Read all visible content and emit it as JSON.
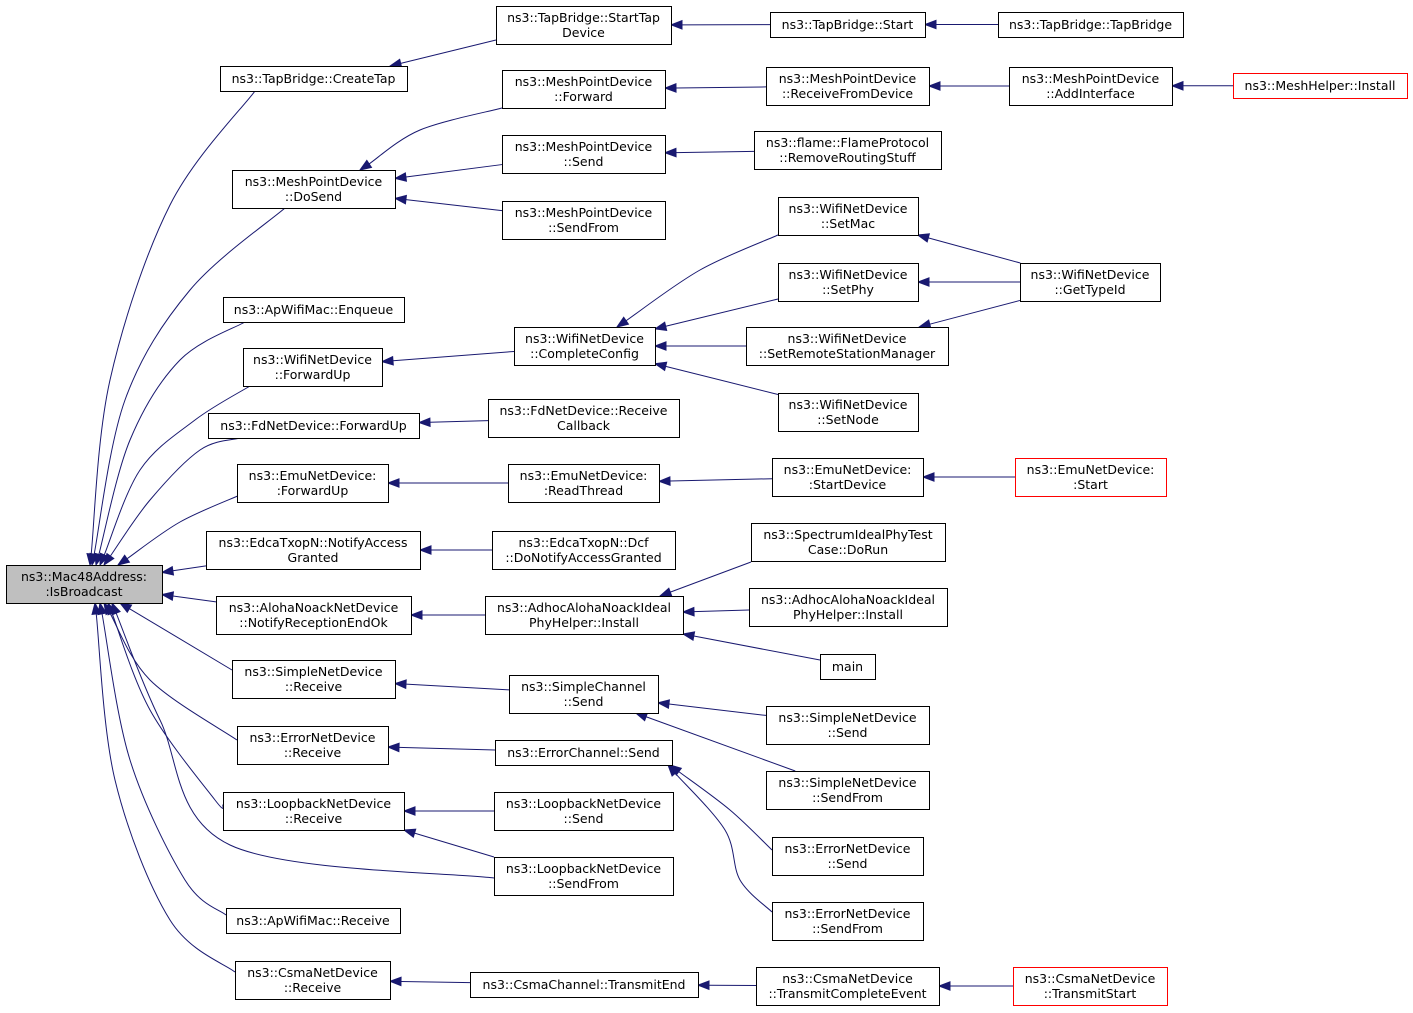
{
  "colors": {
    "edge": "#191970",
    "root_fill": "#bfbfbf",
    "node_border": "#000000",
    "truncated_border": "#ff0000",
    "background": "#ffffff"
  },
  "diagram": {
    "root": {
      "id": "root",
      "lines": [
        "ns3::Mac48Address:",
        ":IsBroadcast"
      ]
    },
    "nodes": [
      {
        "id": "tapCreate",
        "lines": [
          "ns3::TapBridge::CreateTap"
        ]
      },
      {
        "id": "tapStartDev",
        "lines": [
          "ns3::TapBridge::StartTap",
          "Device"
        ]
      },
      {
        "id": "tapStart",
        "lines": [
          "ns3::TapBridge::Start"
        ]
      },
      {
        "id": "tapBridge",
        "lines": [
          "ns3::TapBridge::TapBridge"
        ]
      },
      {
        "id": "meshFwd",
        "lines": [
          "ns3::MeshPointDevice",
          "::Forward"
        ]
      },
      {
        "id": "meshRecvFrom",
        "lines": [
          "ns3::MeshPointDevice",
          "::ReceiveFromDevice"
        ]
      },
      {
        "id": "meshAddIf",
        "lines": [
          "ns3::MeshPointDevice",
          "::AddInterface"
        ]
      },
      {
        "id": "meshHelper",
        "lines": [
          "ns3::MeshHelper::Install"
        ],
        "truncated": true
      },
      {
        "id": "meshSend",
        "lines": [
          "ns3::MeshPointDevice",
          "::Send"
        ]
      },
      {
        "id": "flame",
        "lines": [
          "ns3::flame::FlameProtocol",
          "::RemoveRoutingStuff"
        ]
      },
      {
        "id": "meshDoSend",
        "lines": [
          "ns3::MeshPointDevice",
          "::DoSend"
        ]
      },
      {
        "id": "meshSendFrom",
        "lines": [
          "ns3::MeshPointDevice",
          "::SendFrom"
        ]
      },
      {
        "id": "wifiSetMac",
        "lines": [
          "ns3::WifiNetDevice",
          "::SetMac"
        ]
      },
      {
        "id": "wifiTypeId",
        "lines": [
          "ns3::WifiNetDevice",
          "::GetTypeId"
        ]
      },
      {
        "id": "wifiSetPhy",
        "lines": [
          "ns3::WifiNetDevice",
          "::SetPhy"
        ]
      },
      {
        "id": "apEnqueue",
        "lines": [
          "ns3::ApWifiMac::Enqueue"
        ]
      },
      {
        "id": "wifiComplete",
        "lines": [
          "ns3::WifiNetDevice",
          "::CompleteConfig"
        ]
      },
      {
        "id": "wifiSetRsm",
        "lines": [
          "ns3::WifiNetDevice",
          "::SetRemoteStationManager"
        ]
      },
      {
        "id": "wifiFwdUp",
        "lines": [
          "ns3::WifiNetDevice",
          "::ForwardUp"
        ]
      },
      {
        "id": "wifiSetNode",
        "lines": [
          "ns3::WifiNetDevice",
          "::SetNode"
        ]
      },
      {
        "id": "fdRecvCb",
        "lines": [
          "ns3::FdNetDevice::Receive",
          "Callback"
        ]
      },
      {
        "id": "fdFwdUp",
        "lines": [
          "ns3::FdNetDevice::ForwardUp"
        ]
      },
      {
        "id": "emuFwdUp",
        "lines": [
          "ns3::EmuNetDevice:",
          ":ForwardUp"
        ]
      },
      {
        "id": "emuRead",
        "lines": [
          "ns3::EmuNetDevice:",
          ":ReadThread"
        ]
      },
      {
        "id": "emuStartDev",
        "lines": [
          "ns3::EmuNetDevice:",
          ":StartDevice"
        ]
      },
      {
        "id": "emuStart",
        "lines": [
          "ns3::EmuNetDevice:",
          ":Start"
        ],
        "truncated": true
      },
      {
        "id": "spectrum",
        "lines": [
          "ns3::SpectrumIdealPhyTest",
          "Case::DoRun"
        ]
      },
      {
        "id": "edcaNotify",
        "lines": [
          "ns3::EdcaTxopN::NotifyAccess",
          "Granted"
        ]
      },
      {
        "id": "edcaDcf",
        "lines": [
          "ns3::EdcaTxopN::Dcf",
          "::DoNotifyAccessGranted"
        ]
      },
      {
        "id": "adhocInstall",
        "lines": [
          "ns3::AdhocAlohaNoackIdeal",
          "PhyHelper::Install"
        ]
      },
      {
        "id": "alohaNotify",
        "lines": [
          "ns3::AlohaNoackNetDevice",
          "::NotifyReceptionEndOk"
        ]
      },
      {
        "id": "adhocIdeal",
        "lines": [
          "ns3::AdhocAlohaNoackIdeal",
          "PhyHelper::Install"
        ]
      },
      {
        "id": "main",
        "lines": [
          "main"
        ]
      },
      {
        "id": "simpleRecv",
        "lines": [
          "ns3::SimpleNetDevice",
          "::Receive"
        ]
      },
      {
        "id": "simpleChan",
        "lines": [
          "ns3::SimpleChannel",
          "::Send"
        ]
      },
      {
        "id": "simpleSend",
        "lines": [
          "ns3::SimpleNetDevice",
          "::Send"
        ]
      },
      {
        "id": "errRecv",
        "lines": [
          "ns3::ErrorNetDevice",
          "::Receive"
        ]
      },
      {
        "id": "errChan",
        "lines": [
          "ns3::ErrorChannel::Send"
        ]
      },
      {
        "id": "simpleSendFrom",
        "lines": [
          "ns3::SimpleNetDevice",
          "::SendFrom"
        ]
      },
      {
        "id": "loopRecv",
        "lines": [
          "ns3::LoopbackNetDevice",
          "::Receive"
        ]
      },
      {
        "id": "loopSend",
        "lines": [
          "ns3::LoopbackNetDevice",
          "::Send"
        ]
      },
      {
        "id": "errSend",
        "lines": [
          "ns3::ErrorNetDevice",
          "::Send"
        ]
      },
      {
        "id": "loopSendFrom",
        "lines": [
          "ns3::LoopbackNetDevice",
          "::SendFrom"
        ]
      },
      {
        "id": "apRecv",
        "lines": [
          "ns3::ApWifiMac::Receive"
        ]
      },
      {
        "id": "errSendFrom",
        "lines": [
          "ns3::ErrorNetDevice",
          "::SendFrom"
        ]
      },
      {
        "id": "csmaRecv",
        "lines": [
          "ns3::CsmaNetDevice",
          "::Receive"
        ]
      },
      {
        "id": "csmaChan",
        "lines": [
          "ns3::CsmaChannel::TransmitEnd"
        ]
      },
      {
        "id": "csmaTce",
        "lines": [
          "ns3::CsmaNetDevice",
          "::TransmitCompleteEvent"
        ]
      },
      {
        "id": "csmaTs",
        "lines": [
          "ns3::CsmaNetDevice",
          "::TransmitStart"
        ],
        "truncated": true
      }
    ],
    "edges": [
      [
        "tapCreate",
        "root"
      ],
      [
        "meshDoSend",
        "root"
      ],
      [
        "apEnqueue",
        "root"
      ],
      [
        "wifiFwdUp",
        "root"
      ],
      [
        "fdFwdUp",
        "root"
      ],
      [
        "emuFwdUp",
        "root"
      ],
      [
        "edcaNotify",
        "root"
      ],
      [
        "alohaNotify",
        "root"
      ],
      [
        "simpleRecv",
        "root"
      ],
      [
        "errRecv",
        "root"
      ],
      [
        "loopRecv",
        "root"
      ],
      [
        "loopSendFrom",
        "root"
      ],
      [
        "apRecv",
        "root"
      ],
      [
        "csmaRecv",
        "root"
      ],
      [
        "tapStartDev",
        "tapCreate"
      ],
      [
        "tapStart",
        "tapStartDev"
      ],
      [
        "tapBridge",
        "tapStart"
      ],
      [
        "meshFwd",
        "meshDoSend"
      ],
      [
        "meshSend",
        "meshDoSend"
      ],
      [
        "meshSendFrom",
        "meshDoSend"
      ],
      [
        "meshRecvFrom",
        "meshFwd"
      ],
      [
        "meshAddIf",
        "meshRecvFrom"
      ],
      [
        "meshHelper",
        "meshAddIf"
      ],
      [
        "flame",
        "meshSend"
      ],
      [
        "wifiComplete",
        "wifiFwdUp"
      ],
      [
        "wifiSetMac",
        "wifiComplete"
      ],
      [
        "wifiSetPhy",
        "wifiComplete"
      ],
      [
        "wifiSetRsm",
        "wifiComplete"
      ],
      [
        "wifiSetNode",
        "wifiComplete"
      ],
      [
        "wifiTypeId",
        "wifiSetMac"
      ],
      [
        "wifiTypeId",
        "wifiSetPhy"
      ],
      [
        "wifiTypeId",
        "wifiSetRsm"
      ],
      [
        "fdRecvCb",
        "fdFwdUp"
      ],
      [
        "emuRead",
        "emuFwdUp"
      ],
      [
        "emuStartDev",
        "emuRead"
      ],
      [
        "emuStart",
        "emuStartDev"
      ],
      [
        "edcaDcf",
        "edcaNotify"
      ],
      [
        "adhocInstall",
        "alohaNotify"
      ],
      [
        "spectrum",
        "adhocInstall"
      ],
      [
        "adhocIdeal",
        "adhocInstall"
      ],
      [
        "main",
        "adhocInstall"
      ],
      [
        "simpleChan",
        "simpleRecv"
      ],
      [
        "simpleSend",
        "simpleChan"
      ],
      [
        "simpleSendFrom",
        "simpleChan"
      ],
      [
        "errChan",
        "errRecv"
      ],
      [
        "errSend",
        "errChan"
      ],
      [
        "errSendFrom",
        "errChan"
      ],
      [
        "loopSend",
        "loopRecv"
      ],
      [
        "loopSendFrom",
        "loopRecv"
      ],
      [
        "csmaChan",
        "csmaRecv"
      ],
      [
        "csmaTce",
        "csmaChan"
      ],
      [
        "csmaTs",
        "csmaTce"
      ]
    ]
  }
}
